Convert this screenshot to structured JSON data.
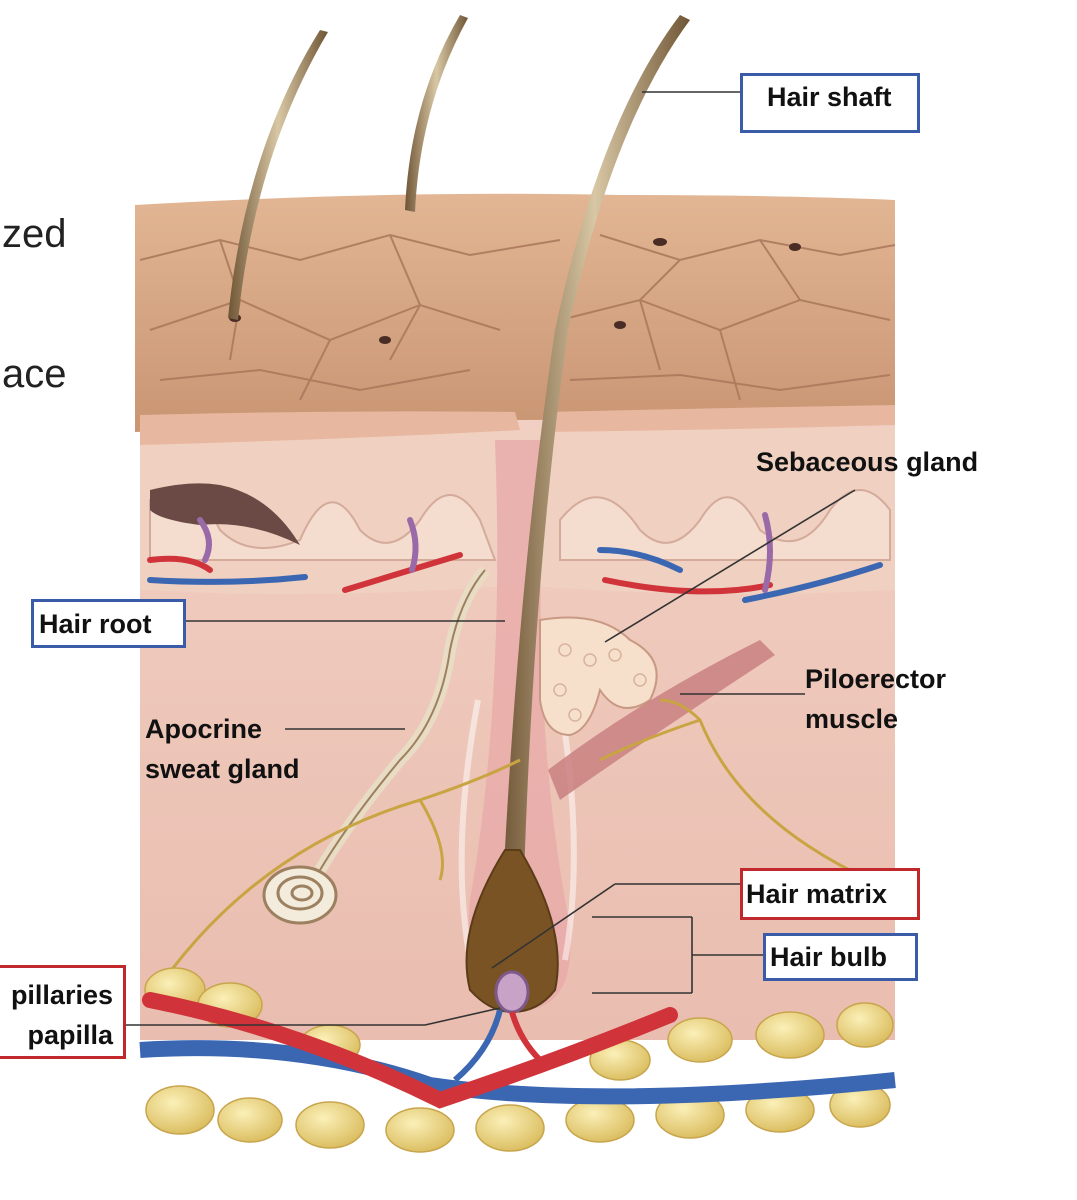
{
  "background_text": {
    "fragment_1": "zed",
    "fragment_2": "ace"
  },
  "labels": {
    "hair_shaft": "Hair shaft",
    "sebaceous_gland": "Sebaceous gland",
    "hair_root": "Hair root",
    "piloerector_line1": "Piloerector",
    "piloerector_line2": "muscle",
    "apocrine_line1": "Apocrine",
    "apocrine_line2": "sweat gland",
    "hair_matrix": "Hair matrix",
    "hair_bulb": "Hair bulb",
    "capillaries_line1": "pillaries",
    "capillaries_line2": "papilla"
  },
  "colors": {
    "blue_box": "#3a5ca8",
    "red_box": "#c0282b",
    "epidermis": "#d9a783",
    "dermis": "#efc9bd",
    "hair": "#8a6c45",
    "artery": "#d0343a",
    "vein": "#3b67b2",
    "fat": "#efd98a",
    "nerve": "#c9a442"
  }
}
